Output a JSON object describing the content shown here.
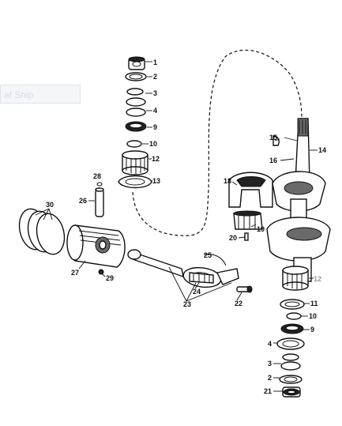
{
  "overlay": {
    "label": "af Snip"
  },
  "callouts": {
    "c1": "1",
    "c2": "2",
    "c3": "3",
    "c4": "4",
    "c9": "9",
    "c10": "10",
    "c12": "12",
    "c13": "13",
    "c14": "14",
    "c15": "15",
    "c16": "16",
    "c18": "18",
    "c19": "19",
    "c20": "20",
    "c21": "21",
    "c22": "22",
    "c23": "23",
    "c24": "24",
    "c25": "25",
    "c26": "26",
    "c27": "27",
    "c28": "28",
    "c29": "29",
    "c30": "30",
    "r12": "12",
    "r11": "11",
    "r10": "10",
    "r9": "9",
    "r4": "4",
    "r3": "3",
    "r2": "2",
    "r21": "21"
  }
}
